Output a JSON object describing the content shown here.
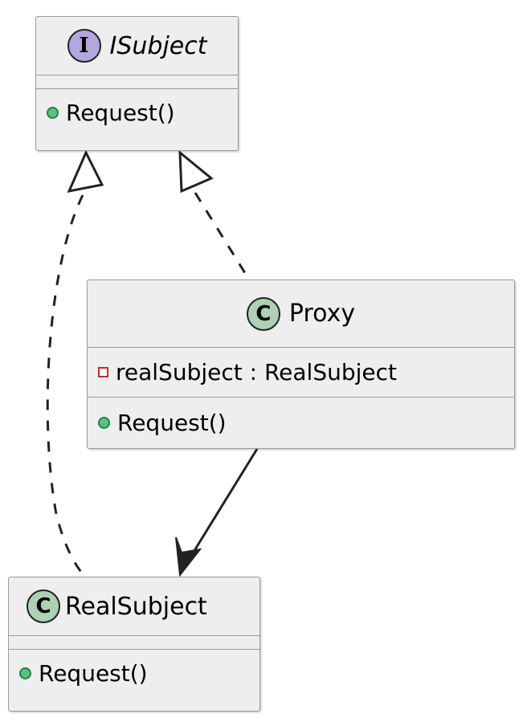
{
  "diagram": {
    "type": "uml-class-diagram",
    "pattern": "Proxy",
    "background": "#ffffff",
    "node_fill": "#eeeeee",
    "node_border": "#9a9a9a",
    "interface_icon_color": "#B4A7E0",
    "class_icon_color": "#ADD1B2",
    "private_marker_color": "#C82930",
    "public_marker_color": "#5FBF82",
    "edge_color": "#222222"
  },
  "nodes": {
    "isubject": {
      "name": "ISubject",
      "stereotype": "I",
      "stereotype_label": "interface",
      "attributes": [],
      "methods": [
        {
          "label": "Request()",
          "visibility": "public",
          "marker": "public-method-icon"
        }
      ]
    },
    "proxy": {
      "name": "Proxy",
      "stereotype": "C",
      "stereotype_label": "class",
      "attributes": [
        {
          "label": "realSubject : RealSubject",
          "visibility": "private",
          "marker": "private-field-icon"
        }
      ],
      "methods": [
        {
          "label": "Request()",
          "visibility": "public",
          "marker": "public-method-icon"
        }
      ]
    },
    "realsubject": {
      "name": "RealSubject",
      "stereotype": "C",
      "stereotype_label": "class",
      "attributes": [],
      "methods": [
        {
          "label": "Request()",
          "visibility": "public",
          "marker": "public-method-icon"
        }
      ]
    }
  },
  "edges": [
    {
      "id": "realsubject-implements-isubject",
      "from": "RealSubject",
      "to": "ISubject",
      "relation": "realization",
      "line": "dashed",
      "arrowhead": "hollow-triangle",
      "label": ""
    },
    {
      "id": "proxy-implements-isubject",
      "from": "Proxy",
      "to": "ISubject",
      "relation": "realization",
      "line": "dashed",
      "arrowhead": "hollow-triangle",
      "label": ""
    },
    {
      "id": "proxy-uses-realsubject",
      "from": "Proxy",
      "to": "RealSubject",
      "relation": "association",
      "line": "solid",
      "arrowhead": "open-arrow",
      "label": ""
    }
  ]
}
